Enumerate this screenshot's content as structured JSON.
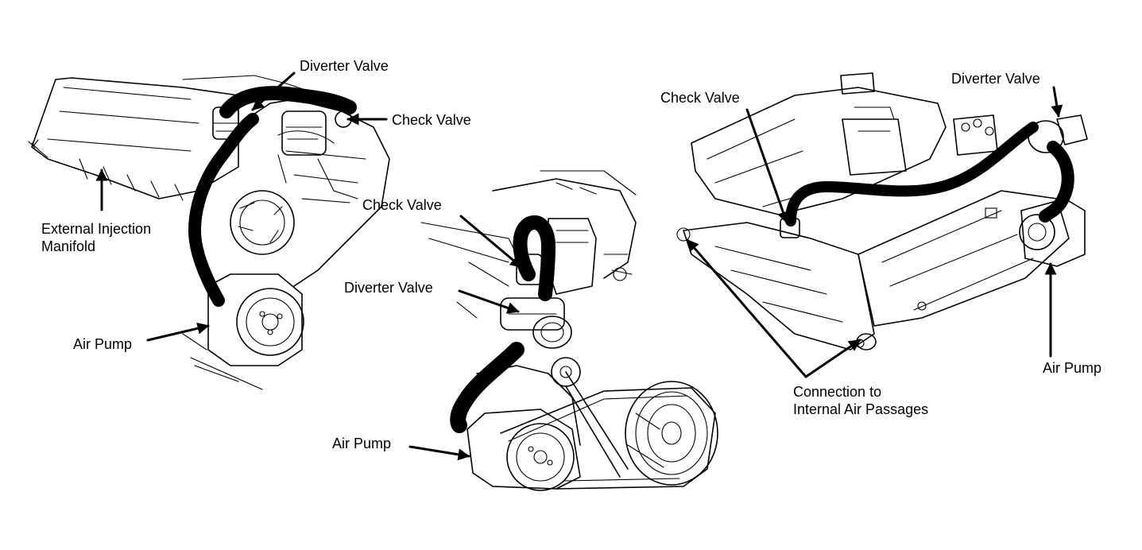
{
  "colors": {
    "ink": "#000000",
    "paper": "#ffffff"
  },
  "left_view": {
    "diverter_valve": "Diverter Valve",
    "check_valve": "Check Valve",
    "external_injection_manifold_line1": "External Injection",
    "external_injection_manifold_line2": "Manifold",
    "air_pump": "Air Pump"
  },
  "center_view": {
    "check_valve": "Check Valve",
    "diverter_valve": "Diverter Valve",
    "air_pump": "Air Pump"
  },
  "right_view": {
    "check_valve": "Check Valve",
    "diverter_valve": "Diverter Valve",
    "air_pump": "Air Pump",
    "connection_line1": "Connection to",
    "connection_line2": "Internal Air Passages"
  }
}
